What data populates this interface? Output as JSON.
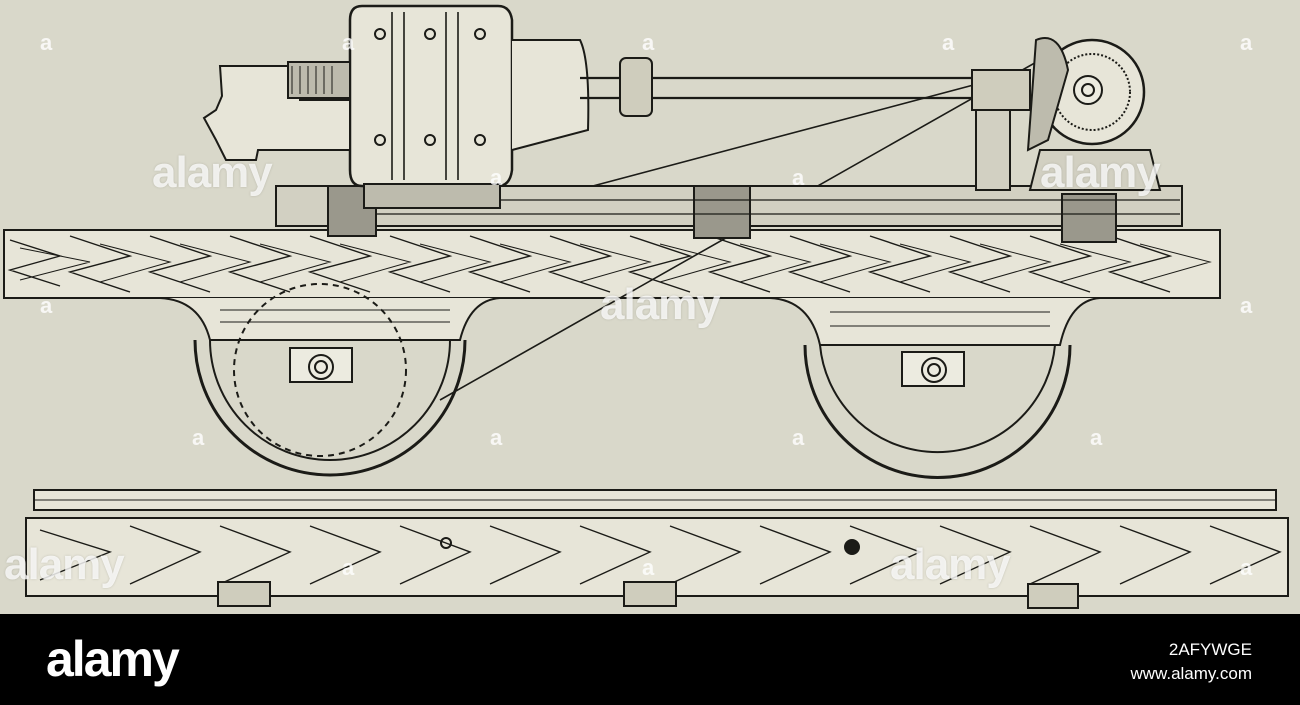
{
  "illustration": {
    "subject": "engraving of a motor-driven machine mounted on a two-wheeled rail carriage",
    "colors": {
      "paper": "#d9d8ca",
      "ink": "#1b1b17"
    }
  },
  "watermark": {
    "word": "alamy",
    "letter": "a"
  },
  "footer": {
    "logo": "alamy",
    "image_id": "2AFYWGE",
    "site": "www.alamy.com",
    "background": "#000000"
  }
}
